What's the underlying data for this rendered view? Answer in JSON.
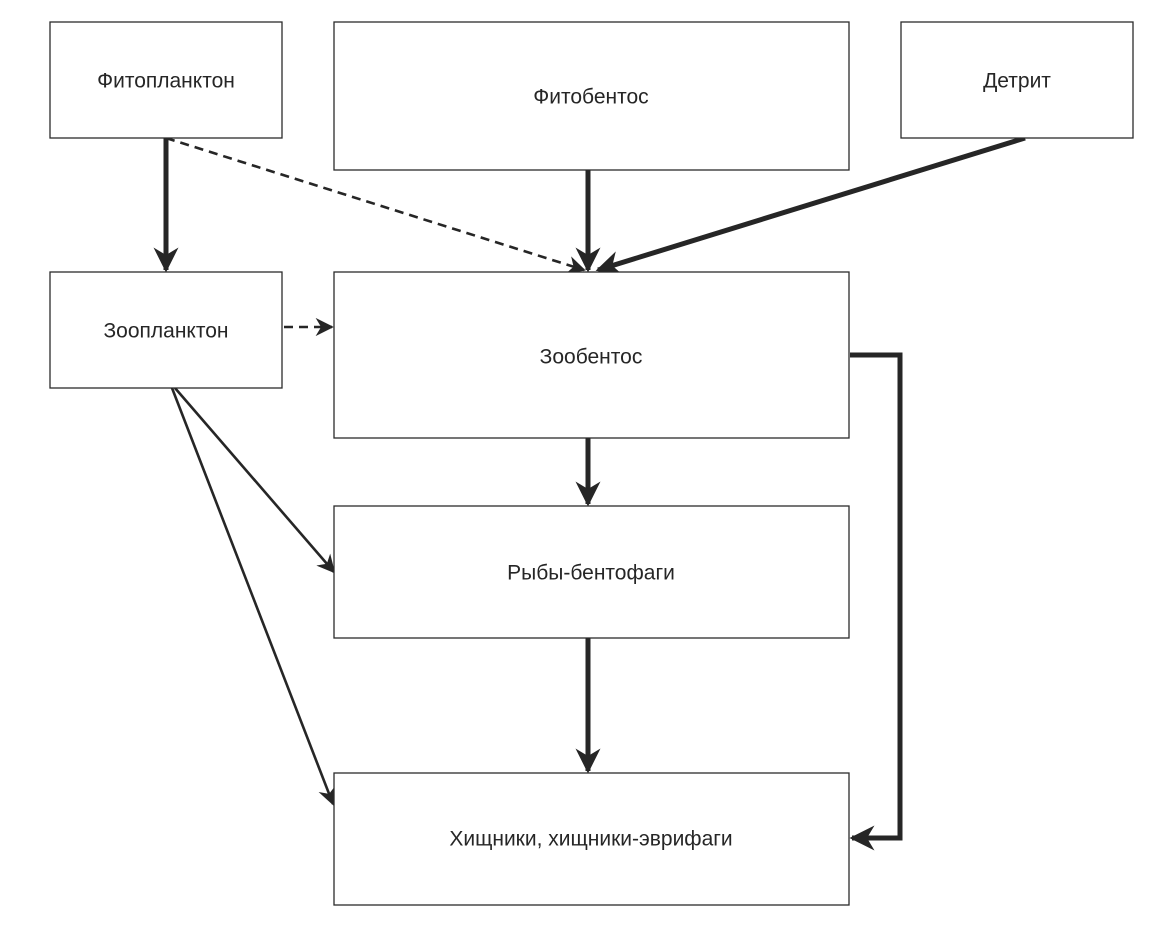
{
  "nodes": {
    "phytoplankton": {
      "label": "Фитопланктон"
    },
    "phytobenthos": {
      "label": "Фитобентос"
    },
    "detritus": {
      "label": "Детрит"
    },
    "zooplankton": {
      "label": "Зоопланктон"
    },
    "zoobenthos": {
      "label": "Зообентос"
    },
    "benthophage_fish": {
      "label": "Рыбы-бентофаги"
    },
    "predators": {
      "label": "Хищники, хищники-эврифаги"
    }
  },
  "edges": [
    {
      "from": "phytoplankton",
      "to": "zooplankton",
      "style": "solid-thick"
    },
    {
      "from": "phytoplankton",
      "to": "zoobenthos",
      "style": "dashed"
    },
    {
      "from": "phytobenthos",
      "to": "zoobenthos",
      "style": "solid-thick"
    },
    {
      "from": "detritus",
      "to": "zoobenthos",
      "style": "solid-thick"
    },
    {
      "from": "zooplankton",
      "to": "zoobenthos",
      "style": "dashed"
    },
    {
      "from": "zooplankton",
      "to": "benthophage_fish",
      "style": "solid-thin"
    },
    {
      "from": "zooplankton",
      "to": "predators",
      "style": "solid-thin"
    },
    {
      "from": "zoobenthos",
      "to": "benthophage_fish",
      "style": "solid-thick"
    },
    {
      "from": "zoobenthos",
      "to": "predators",
      "style": "solid-thick"
    },
    {
      "from": "benthophage_fish",
      "to": "predators",
      "style": "solid-thick"
    }
  ]
}
